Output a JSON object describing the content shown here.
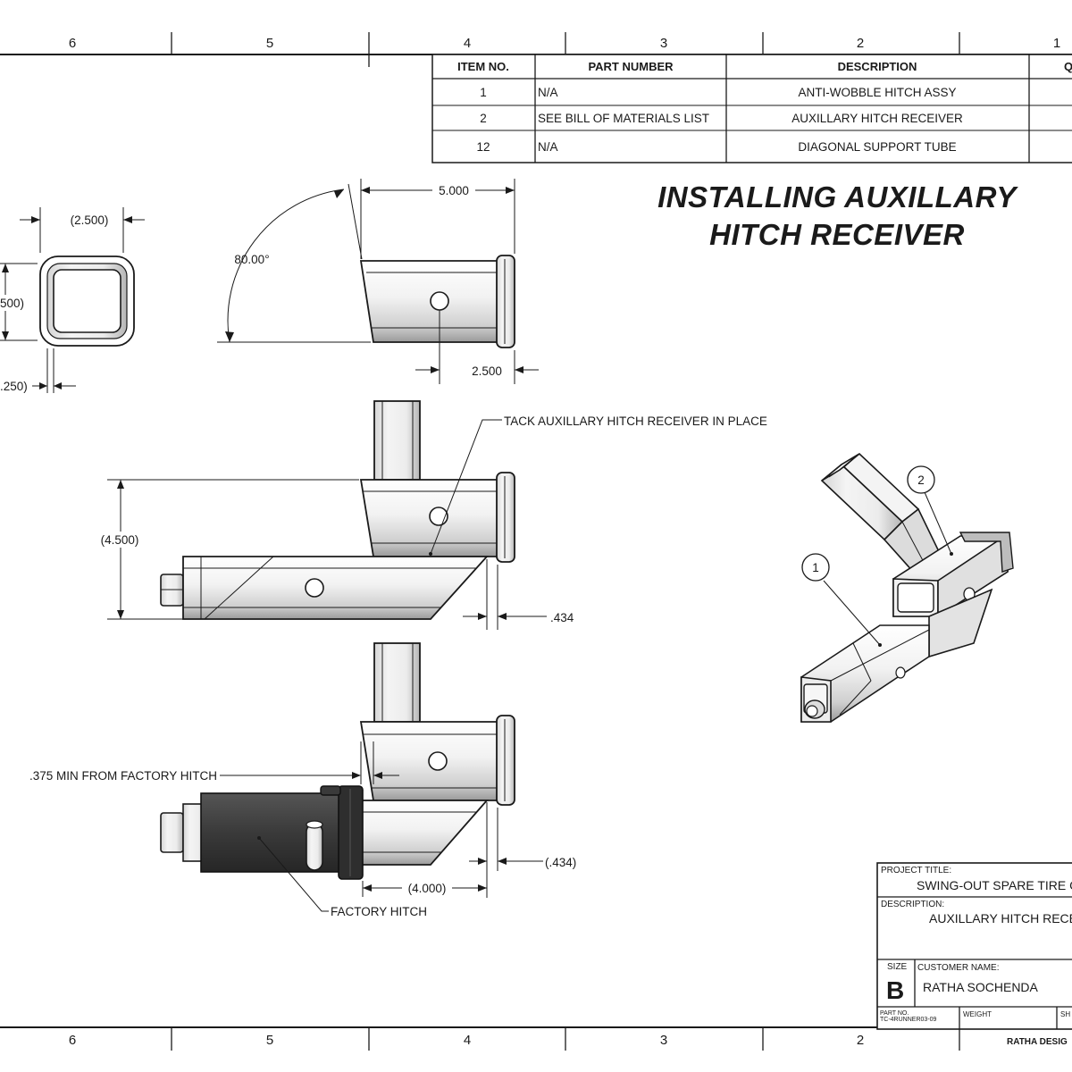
{
  "border": {
    "top_zones": [
      "6",
      "5",
      "4",
      "3",
      "2",
      "1"
    ],
    "bottom_zones": [
      "6",
      "5",
      "4",
      "3",
      "2"
    ]
  },
  "parts_table": {
    "headers": [
      "ITEM NO.",
      "PART NUMBER",
      "DESCRIPTION",
      "Q"
    ],
    "rows": [
      {
        "item": "1",
        "part_number": "N/A",
        "description": "ANTI-WOBBLE HITCH ASSY"
      },
      {
        "item": "2",
        "part_number": "SEE BILL OF MATERIALS LIST",
        "description": "AUXILLARY HITCH RECEIVER"
      },
      {
        "item": "12",
        "part_number": "N/A",
        "description": "DIAGONAL SUPPORT TUBE"
      }
    ]
  },
  "title": {
    "line1": "INSTALLING AUXILLARY",
    "line2": "HITCH RECEIVER"
  },
  "dimensions": {
    "end_width": "(2.500)",
    "end_height": "500)",
    "wall": ".250)",
    "length": "5.000",
    "angle": "80.00°",
    "hole_offset": "2.500",
    "height": "(4.500)",
    "overhang": ".434",
    "overhang_ref": "(.434)",
    "engage": "(4.000)"
  },
  "notes": {
    "tack": "TACK AUXILLARY HITCH RECEIVER IN PLACE",
    "clearance": ".375 MIN FROM FACTORY HITCH",
    "factory": "FACTORY HITCH"
  },
  "balloons": [
    "1",
    "2"
  ],
  "title_block": {
    "project_title_label": "PROJECT TITLE:",
    "project_title": "SWING-OUT SPARE TIRE C",
    "description_label": "DESCRIPTION:",
    "description": "AUXILLARY HITCH RECEI",
    "size_label": "SIZE",
    "size": "B",
    "customer_label": "CUSTOMER NAME:",
    "customer": "RATHA SOCHENDA",
    "part_no_label": "PART NO.",
    "part_no": "TC-4RUNNER03-09",
    "weight_label": "WEIGHT",
    "sheet_label": "SH",
    "firm": "RATHA DESIG"
  }
}
